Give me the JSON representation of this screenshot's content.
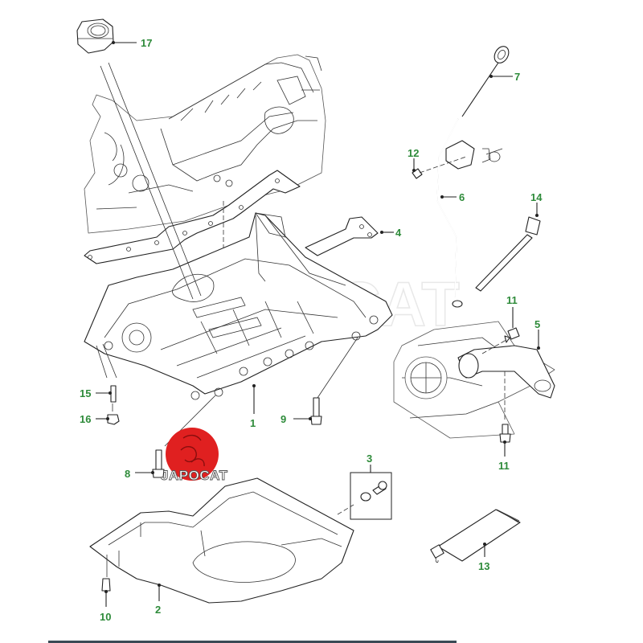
{
  "diagram": {
    "title": "Engine block lower section / oil pan exploded parts diagram",
    "label_color": "#2e8b3a",
    "callouts": [
      {
        "id": "17",
        "label": "17",
        "part": "oil filler cap / plug"
      },
      {
        "id": "7",
        "label": "7",
        "part": "oil level dipstick"
      },
      {
        "id": "12",
        "label": "12",
        "part": "dipstick tube bolt"
      },
      {
        "id": "6",
        "label": "6",
        "part": "dipstick tube"
      },
      {
        "id": "14",
        "label": "14",
        "part": "oil level sensor"
      },
      {
        "id": "4",
        "label": "4",
        "part": "gasket"
      },
      {
        "id": "11a",
        "label": "11",
        "part": "pickup bolt (upper)"
      },
      {
        "id": "5",
        "label": "5",
        "part": "oil pump pickup"
      },
      {
        "id": "11b",
        "label": "11",
        "part": "pickup bolt (lower)"
      },
      {
        "id": "15",
        "label": "15",
        "part": "stud"
      },
      {
        "id": "16",
        "label": "16",
        "part": "nut"
      },
      {
        "id": "1",
        "label": "1",
        "part": "upper oil pan / ladder frame"
      },
      {
        "id": "9",
        "label": "9",
        "part": "bolt"
      },
      {
        "id": "8",
        "label": "8",
        "part": "bolt"
      },
      {
        "id": "3",
        "label": "3",
        "part": "drain plug kit"
      },
      {
        "id": "2",
        "label": "2",
        "part": "lower oil pan"
      },
      {
        "id": "10",
        "label": "10",
        "part": "bolt"
      },
      {
        "id": "13",
        "label": "13",
        "part": "sealant tube"
      }
    ]
  },
  "watermark": {
    "background_text": "JAPOCAT",
    "logo_text": "JAPOCAT",
    "logo_color": "#e02020"
  }
}
